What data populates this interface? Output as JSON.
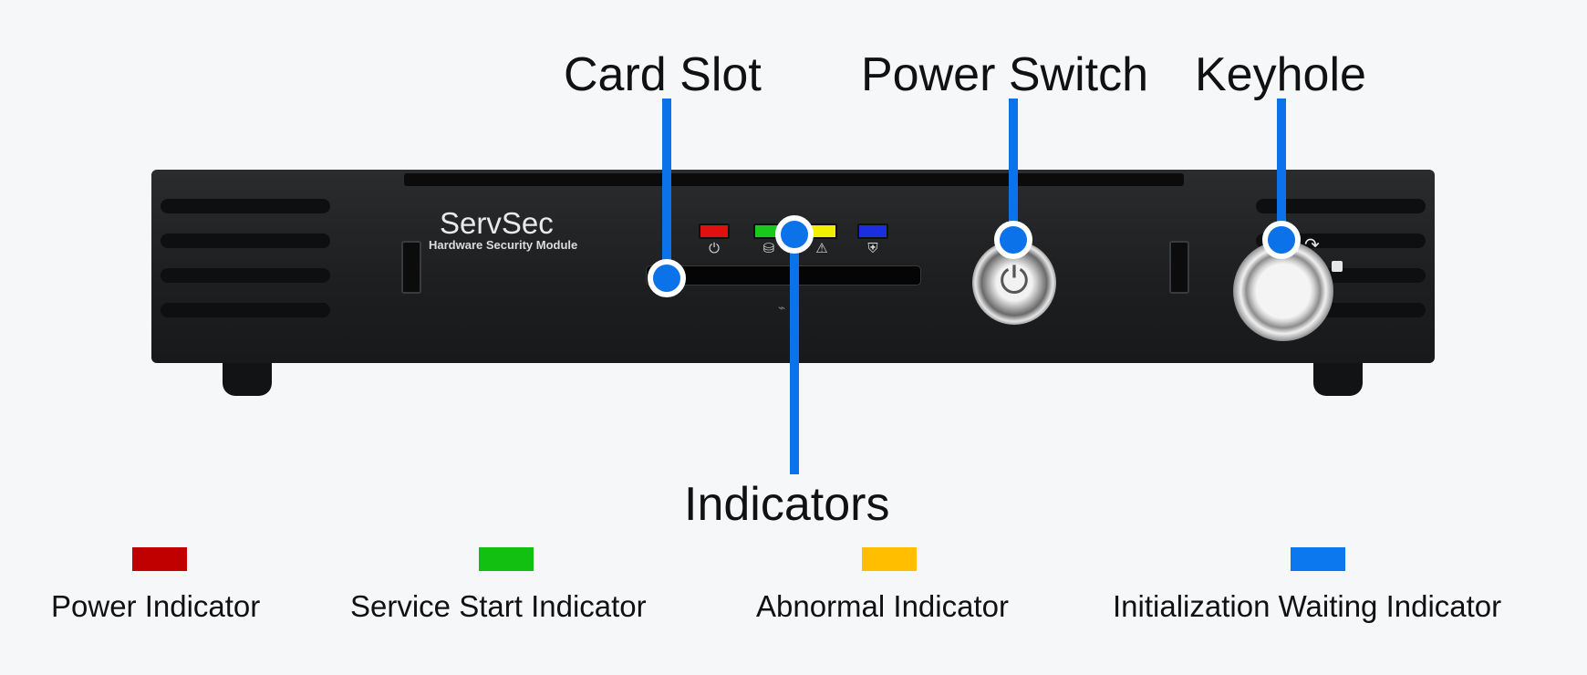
{
  "callouts": {
    "card_slot": "Card Slot",
    "power_switch": "Power Switch",
    "keyhole": "Keyhole",
    "indicators": "Indicators"
  },
  "device": {
    "brand": "ServSec",
    "subtitle": "Hardware Security Module",
    "led_colors": {
      "power": "#e01010",
      "service": "#19c81a",
      "abnormal": "#f2ee00",
      "waiting": "#1c2fe0"
    },
    "led_icons": [
      "power-symbol-icon",
      "database-icon",
      "warning-triangle-icon",
      "shield-icon"
    ]
  },
  "legend": {
    "items": [
      {
        "label": "Power Indicator",
        "color": "#c00000"
      },
      {
        "label": "Service Start Indicator",
        "color": "#11c011"
      },
      {
        "label": "Abnormal Indicator",
        "color": "#ffbe00"
      },
      {
        "label": "Initialization Waiting Indicator",
        "color": "#0b78f0"
      }
    ]
  },
  "accent_color": "#0b72ea"
}
